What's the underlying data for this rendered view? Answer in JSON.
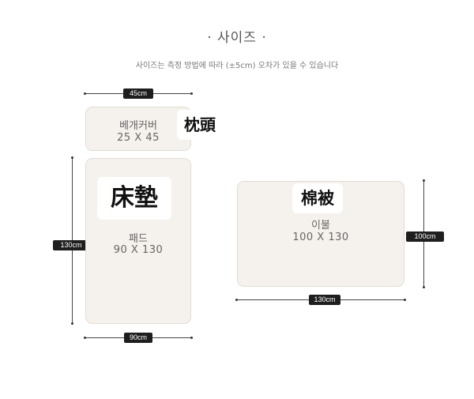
{
  "header": {
    "title": "· 사이즈 ·",
    "subtitle": "사이즈는 측정 방법에 따라 (±5cm) 오차가 있을 수 있습니다"
  },
  "pillow": {
    "name": "베개커버",
    "size": "25 X 45",
    "overlay_label": "枕頭",
    "width_tag": "45cm"
  },
  "pad": {
    "name": "패드",
    "size": "90 X 130",
    "overlay_label": "床墊",
    "height_tag": "130cm",
    "width_tag": "90cm"
  },
  "blanket": {
    "name": "이불",
    "size": "100 X 130",
    "overlay_label": "棉被",
    "height_tag": "100cm",
    "width_tag": "130cm"
  },
  "colors": {
    "panel_fill": "#f5f1ec",
    "tag_bg": "#1e1e1e"
  }
}
